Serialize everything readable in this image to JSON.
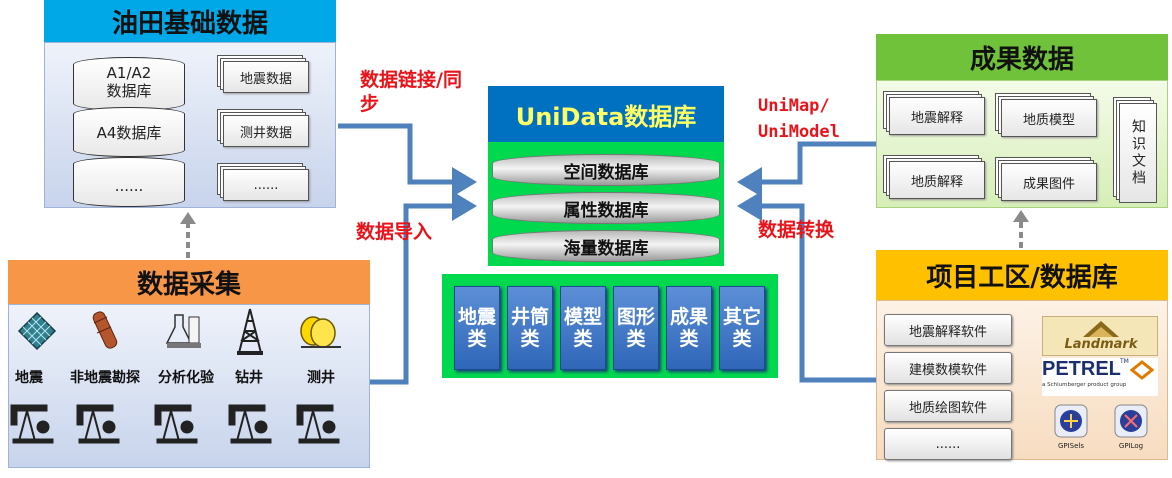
{
  "basic_data": {
    "title": "油田基础数据",
    "db1_line1": "A1/A2",
    "db1_line2": "数据库",
    "db2": "A4数据库",
    "db3": "......",
    "doc1": "地震数据",
    "doc2": "测井数据",
    "doc3": "......"
  },
  "collection": {
    "title": "数据采集",
    "items": [
      "地震",
      "非地震勘探",
      "分析化验",
      "钻井",
      "测井"
    ]
  },
  "center": {
    "title": "UniData数据库",
    "layers": [
      "空间数据库",
      "属性数据库",
      "海量数据库"
    ],
    "categories": [
      "地震类",
      "井筒类",
      "模型类",
      "图形类",
      "成果类",
      "其它类"
    ]
  },
  "results": {
    "title": "成果数据",
    "docs": [
      "地震解释",
      "地质模型",
      "地质解释",
      "成果图件"
    ],
    "side_doc": "知识文档"
  },
  "project": {
    "title": "项目工区/数据库",
    "software": [
      "地震解释软件",
      "建模数模软件",
      "地质绘图软件",
      "......"
    ],
    "logos": {
      "landmark": "Landmark",
      "petrel": "PETREL",
      "petrel_tm": "TM",
      "petrel_sub": "a Schlumberger product group",
      "gpisels": "GPISels",
      "gpilog": "GPILog"
    }
  },
  "labels": {
    "link_sync": "数据链接/同步",
    "import": "数据导入",
    "unimap": "UniMap/",
    "unimodel": "UniModel",
    "convert": "数据转换"
  },
  "colors": {
    "blue_header": "#00a8e8",
    "orange_header": "#f79646",
    "green_header": "#70c23a",
    "yellow_header": "#ffc000",
    "center_blue": "#0070c0",
    "center_green": "#00d84e",
    "arrow": "#4f81bd",
    "red_text": "#e8141b"
  }
}
